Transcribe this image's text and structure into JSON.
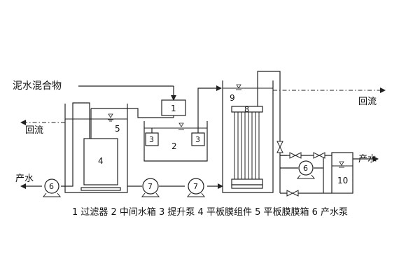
{
  "labels": {
    "mixture": "泥水混合物",
    "return_left": "回流",
    "return_right": "回流",
    "product_left": "产水",
    "product_right": "产水"
  },
  "numbers": {
    "n1": "1",
    "n2": "2",
    "n3a": "3",
    "n3b": "3",
    "n4": "4",
    "n5": "5",
    "n6a": "6",
    "n6b": "6",
    "n7a": "7",
    "n7b": "7",
    "n8": "8",
    "n9": "9",
    "n10": "10"
  },
  "caption": "1 过滤器 2 中间水箱 3 提升泵 4 平板膜组件 5 平板膜膜箱 6 产水泵"
}
